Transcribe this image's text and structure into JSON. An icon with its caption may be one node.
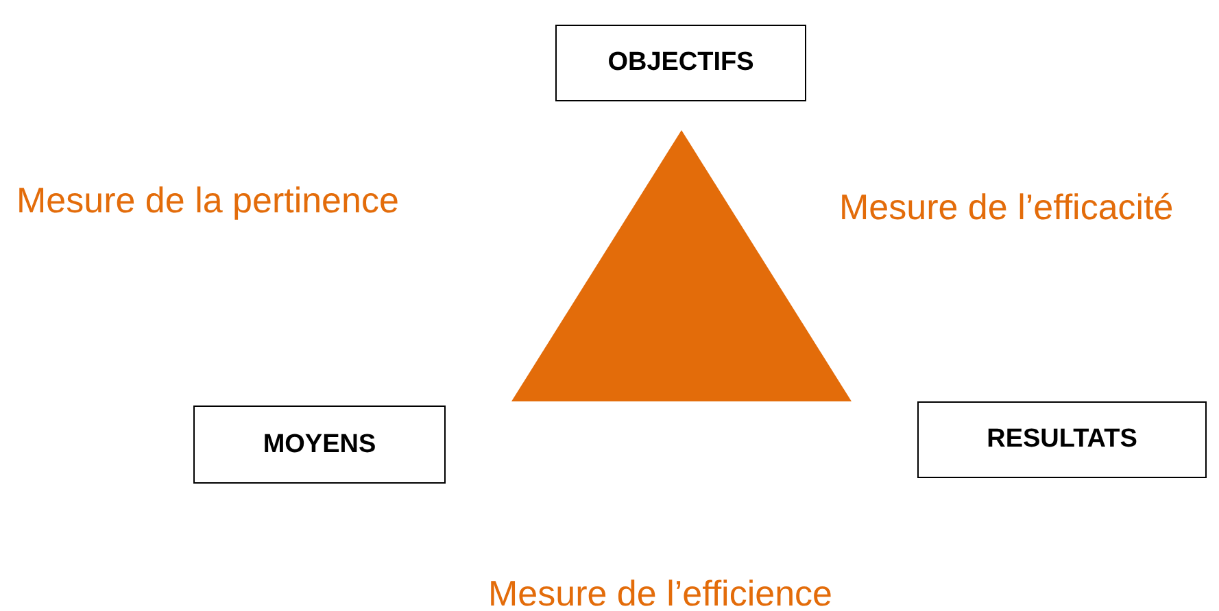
{
  "diagram": {
    "nodes": [
      {
        "text": [
          "OBJECTIFS"
        ]
      },
      {
        "text": [
          "MOYENS"
        ]
      },
      {
        "text": [
          "RESULTATS"
        ]
      }
    ],
    "labels": [
      "Mesure de la pertinence",
      "Mesure de l’efficacité",
      "Mesure de l’efficience"
    ]
  }
}
